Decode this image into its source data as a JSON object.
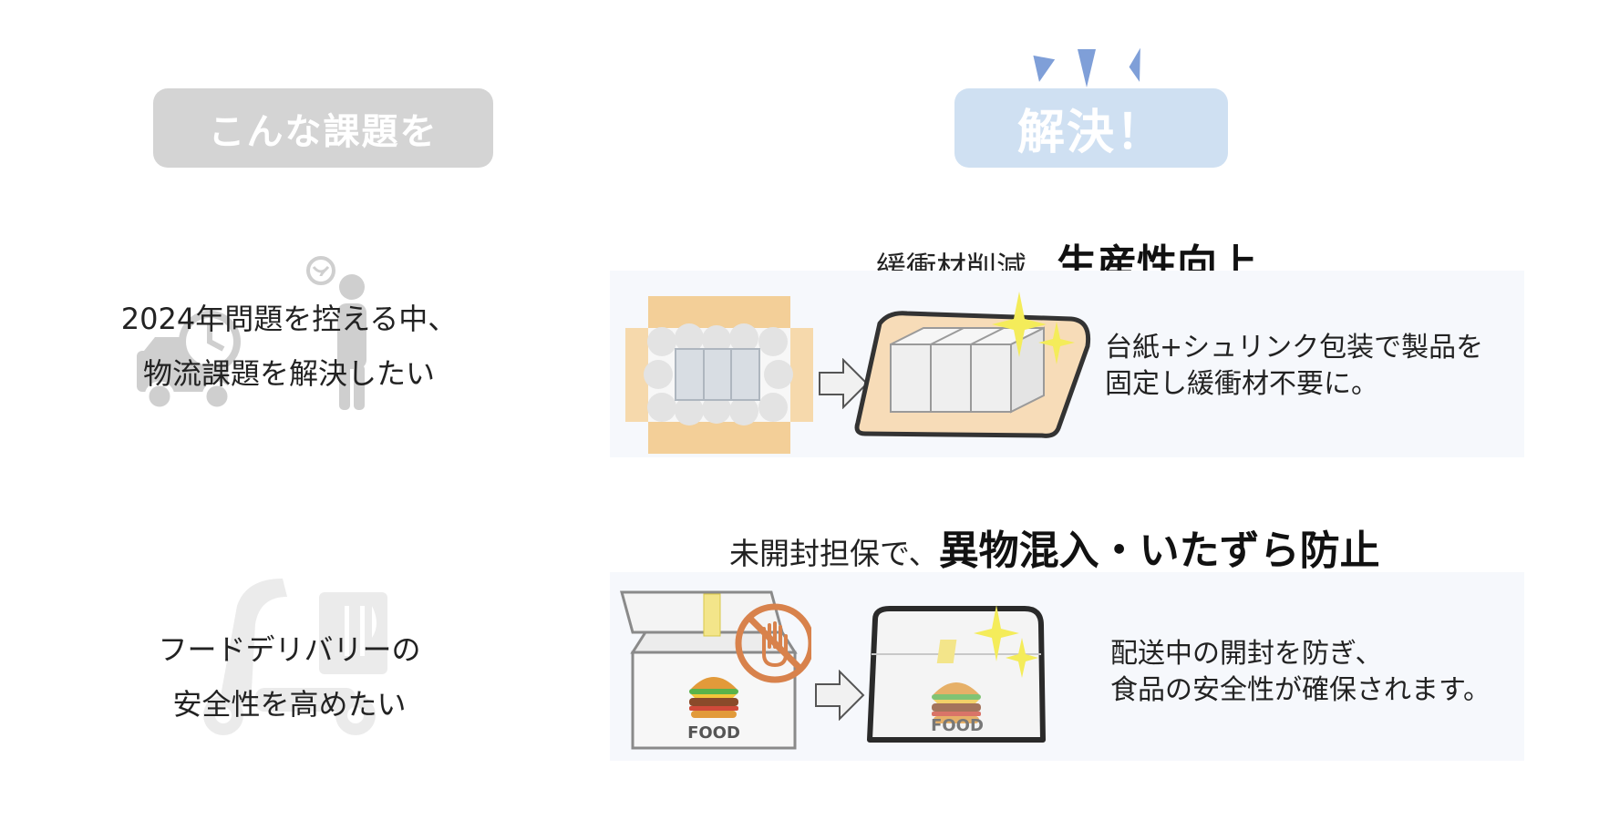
{
  "header": {
    "problem_label": "こんな課題を",
    "solution_label": "解決！"
  },
  "rows": [
    {
      "problem_line1": "2024年問題を控える中、",
      "problem_line2": "物流課題を解決したい",
      "heading_lead": "緩衝材削減、",
      "heading_emphasis": "生産性向上",
      "desc_line1": "台紙+シュリンク包装で製品を",
      "desc_line2": "固定し緩衝材不要に。"
    },
    {
      "problem_line1": "フードデリバリーの",
      "problem_line2": "安全性を高めたい",
      "heading_lead": "未開封担保で、",
      "heading_emphasis": "異物混入・いたずら防止",
      "desc_line1": "配送中の開封を防ぎ、",
      "desc_line2": "食品の安全性が確保されます。",
      "box_label_before": "FOOD",
      "box_label_after": "FOOD"
    }
  ],
  "colors": {
    "accent_blue": "#7f9fd8",
    "pill_gray": "#d4d4d4",
    "pill_blue": "#cfe0f2",
    "panel_bg": "#f6f8fc",
    "cardboard": "#f3cf98",
    "sparkle": "#f4ec5a",
    "prohibit": "#d8824c"
  },
  "icons": [
    "burst-rays-icon",
    "truck-clock-icon",
    "worried-person-icon",
    "delivery-scooter-icon",
    "arrow-right-icon",
    "sparkle-icon",
    "no-hand-icon",
    "burger-icon",
    "tape-seal-icon"
  ]
}
